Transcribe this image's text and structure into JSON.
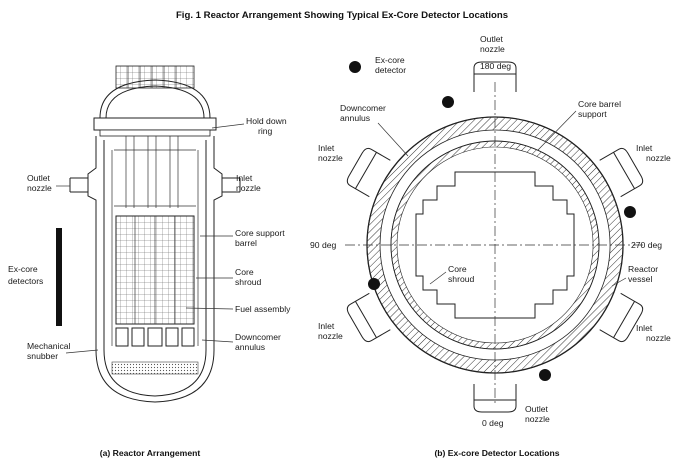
{
  "figure": {
    "title": "Fig. 1    Reactor Arrangement Showing Typical Ex-Core Detector Locations",
    "caption_a": "(a) Reactor Arrangement",
    "caption_b": "(b) Ex-core Detector Locations"
  },
  "panel_a": {
    "hold_down_ring": [
      "Hold down",
      "ring"
    ],
    "outlet_nozzle": [
      "Outlet",
      "nozzle"
    ],
    "inlet_nozzle": [
      "Inlet",
      "nozzle"
    ],
    "ex_core_detectors": [
      "Ex-core",
      "detectors"
    ],
    "core_support_barrel": [
      "Core support",
      "barrel"
    ],
    "core_shroud": [
      "Core",
      "shroud"
    ],
    "fuel_assembly": "Fuel assembly",
    "downcomer_annulus": [
      "Downcomer",
      "annulus"
    ],
    "mechanical_snubber": [
      "Mechanical",
      "snubber"
    ]
  },
  "panel_b": {
    "ex_core_detector": [
      "Ex-core",
      "detector"
    ],
    "outlet_nozzle_top": [
      "Outlet",
      "nozzle"
    ],
    "deg_180": "180 deg",
    "downcomer_annulus": [
      "Downcomer",
      "annulus"
    ],
    "core_barrel_support": [
      "Core barrel",
      "support"
    ],
    "inlet_nozzle_ul": [
      "Inlet",
      "nozzle"
    ],
    "inlet_nozzle_ur": [
      "Inlet",
      "nozzle"
    ],
    "deg_90": "90 deg",
    "deg_270": "270 deg",
    "core_shroud": [
      "Core",
      "shroud"
    ],
    "reactor_vessel": [
      "Reactor",
      "vessel"
    ],
    "inlet_nozzle_ll": [
      "Inlet",
      "nozzle"
    ],
    "inlet_nozzle_lr": [
      "Inlet",
      "nozzle"
    ],
    "deg_0": "0 deg",
    "outlet_nozzle_bottom": [
      "Outlet",
      "nozzle"
    ]
  }
}
